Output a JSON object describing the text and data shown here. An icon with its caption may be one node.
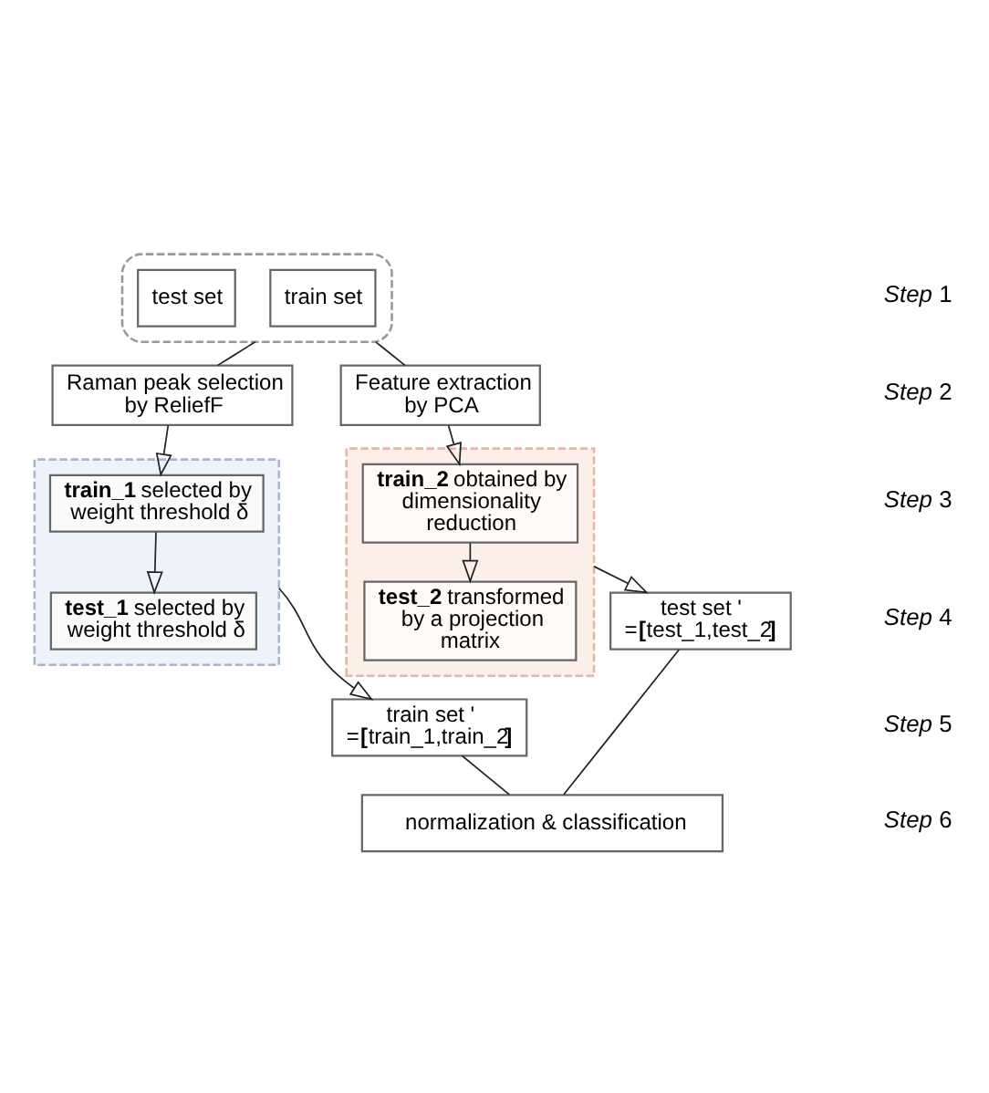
{
  "diagram": {
    "nodes": [
      {
        "text": [],
        "shape": "box"
      },
      {
        "text": [
          "train set"
        ],
        "in": 0
      },
      {
        "text": [
          "test set"
        ],
        "in": 0
      },
      {
        "text": [
          "Raman peak selection by ReliefF"
        ]
      },
      {
        "text": [
          "Feature extraction by PCA"
        ]
      },
      {
        "text": [],
        "shape": "box"
      },
      {
        "text": [
          "**train_1** selected by weight threshold δ"
        ],
        "in": 5
      },
      {
        "text": [
          "**test_1** selected by weight threshold δ"
        ],
        "in": 5
      },
      {
        "text": [],
        "shape": "box"
      },
      {
        "text": [
          "**train_2** obtained by dimensionality reduction"
        ],
        "in": 8
      },
      {
        "text": [
          "**test_2** transformed by a projection matrix"
        ],
        "in": 8
      },
      {
        "text": [
          "train set ' =**[**train_1,train_2**]**"
        ]
      },
      {
        "text": [
          "test set ' =**[**test_1,test_2**]**"
        ]
      },
      {
        "text": [
          "normalization & classification"
        ]
      }
    ],
    "edges": [
      {
        "from": 0,
        "to": 3,
        "arrow": "none"
      },
      {
        "from": 0,
        "to": 4,
        "arrow": "none"
      },
      {
        "from": 3,
        "to": 6,
        "arrow": "to"
      },
      {
        "from": 6,
        "to": 7,
        "arrow": "to"
      },
      {
        "from": 4,
        "to": 9,
        "arrow": "to"
      },
      {
        "from": 9,
        "to": 10,
        "arrow": "to"
      },
      {
        "from": 5,
        "to": 11,
        "arrow": "to"
      },
      {
        "from": 8,
        "to": 12,
        "arrow": "to"
      },
      {
        "from": 11,
        "to": 13,
        "arrow": "none"
      },
      {
        "from": 12,
        "to": 13,
        "arrow": "none"
      }
    ],
    "labels": [
      "*Step* 1",
      "*Step* 2",
      "*Step* 3",
      "*Step* 4",
      "*Step* 5",
      "*Step* 6"
    ]
  }
}
